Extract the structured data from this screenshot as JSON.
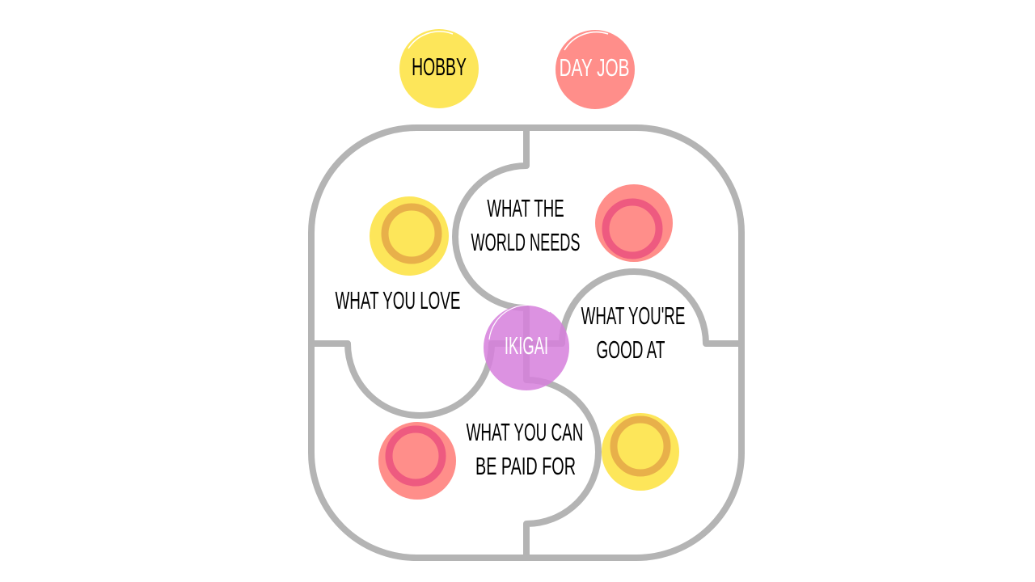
{
  "legend": {
    "hobby": {
      "label": "HOBBY",
      "color": "#fde65a"
    },
    "day_job": {
      "label": "DAY JOB",
      "color": "#ff8e8a"
    }
  },
  "quadrants": {
    "love": {
      "label": "WHAT YOU LOVE",
      "marker": "hobby"
    },
    "world_needs": {
      "line1": "WHAT THE",
      "line2": "WORLD NEEDS",
      "marker": "day_job"
    },
    "good_at": {
      "line1": "WHAT YOU'RE",
      "line2": "GOOD AT",
      "marker": "hobby"
    },
    "paid_for": {
      "line1": "WHAT YOU CAN",
      "line2": "BE PAID FOR",
      "marker": "day_job"
    }
  },
  "center": {
    "label": "IKIGAI",
    "color": "#d67fdc"
  },
  "colors": {
    "frame": "#b4b4b4",
    "yellow_ring": "#e8b04a",
    "pink_ring": "#ee5a80"
  }
}
